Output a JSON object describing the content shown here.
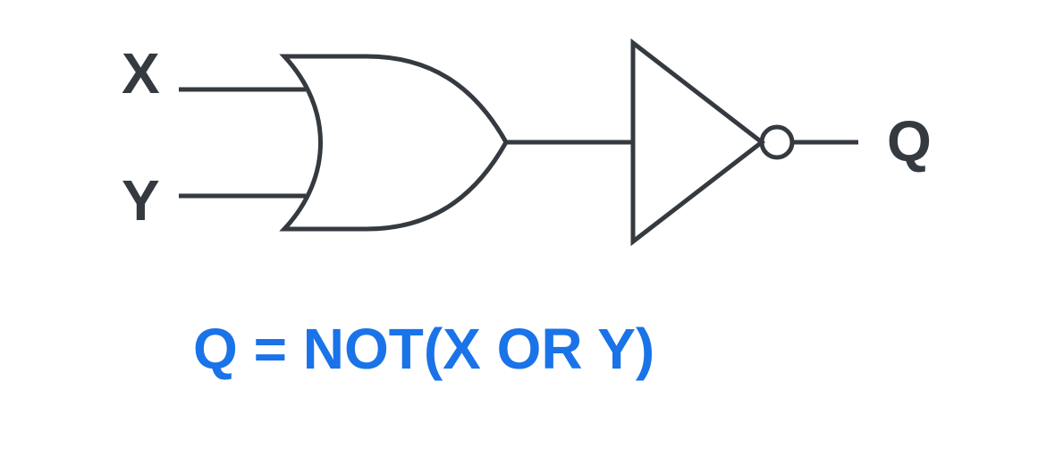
{
  "inputs": {
    "x_label": "X",
    "y_label": "Y"
  },
  "output": {
    "q_label": "Q"
  },
  "expression": "Q = NOT(X OR Y)",
  "gates": [
    "or-gate",
    "not-gate"
  ],
  "colors": {
    "line": "#343a40",
    "accent": "#1a73e8",
    "background": "#ffffff"
  }
}
